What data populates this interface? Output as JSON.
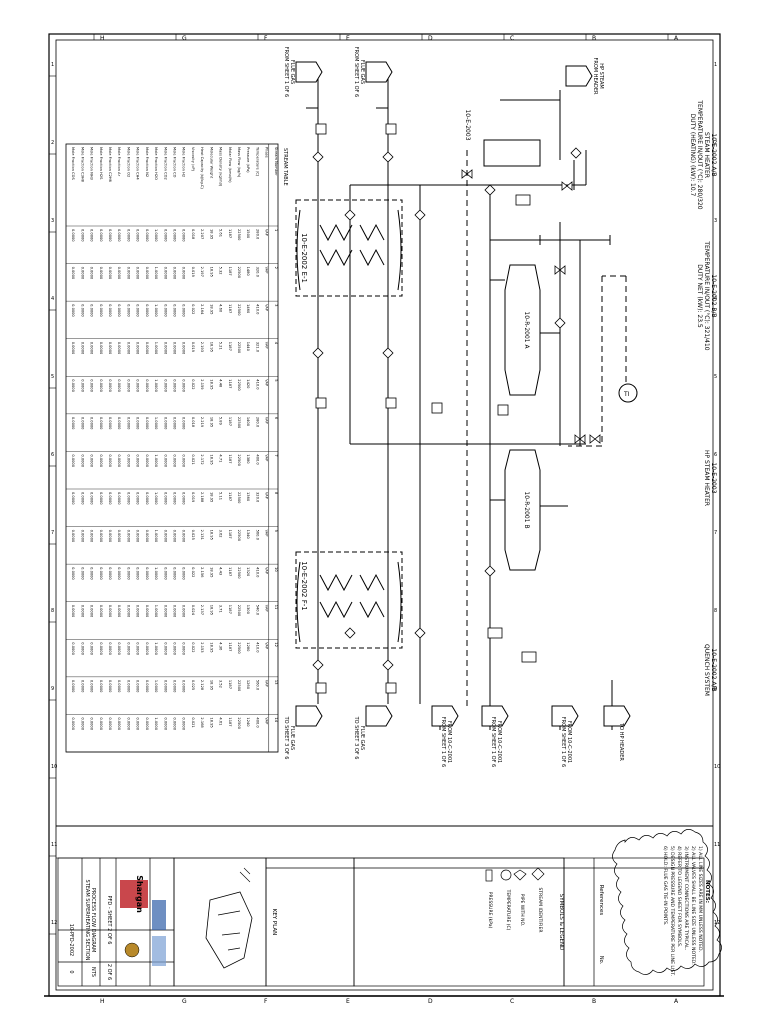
{
  "drawing": {
    "top_zone_letters": [
      "H",
      "G",
      "F",
      "E",
      "D",
      "C",
      "B",
      "A"
    ],
    "side_zone_numbers": [
      "1",
      "2",
      "3",
      "4",
      "5",
      "6",
      "7",
      "8",
      "9",
      "10",
      "11",
      "12"
    ]
  },
  "equipment": {
    "exchanger_upper": "10-E-2002 E-1",
    "exchanger_lower": "10-E-2002 F-1",
    "reactor_a": "10-R-2001 A",
    "reactor_b": "10-R-2001 B",
    "heater_tag": "10-E-2003",
    "heater_label_1": "10-E-2002 A/B",
    "heater_label_2": "STEAM HEATER",
    "heater_label_3": "TEMPERATURE IN/OUT (°C): 280/320",
    "heater_label_4": "DUTY (HEATING) (kW): 10.7",
    "mid_label_1": "10-E-2002 B/B",
    "mid_label_2": "TEMPERATURE IN/OUT (°C): 321/410",
    "mid_label_3": "DUTY NET (kW): 23.5",
    "low_label_1": "10-E-2003",
    "low_label_2": "HP STEAM HEATER",
    "bottom_label_1": "10-E-2002 A/B",
    "bottom_label_2": "QUENCH SYSTEM",
    "indicator": "TI"
  },
  "offpage": {
    "left_top_1": "FLUE GAS",
    "left_top_1b": "FROM SHEET 1 OF 6",
    "left_top_2": "FLUE GAS",
    "left_top_2b": "FROM SHEET 1 OF 6",
    "left_bottom_1": "FLUE GAS",
    "left_bottom_1b": "TO SHEET 3 OF 6",
    "left_bottom_2": "FLUE GAS",
    "left_bottom_2b": "TO SHEET 3 OF 6",
    "bottom_1": "FROM 10-C-2001",
    "bottom_1b": "FROM SHEET 1 OF 6",
    "bottom_2": "FROM 10-C-2001",
    "bottom_2b": "FROM SHEET 1 OF 6",
    "bottom_3": "FROM 10-C-2001",
    "bottom_3b": "FROM SHEET 1 OF 6",
    "bottom_4": "TO HP HEADER",
    "right_top": "HP STEAM",
    "right_top_b": "FROM HEADER"
  },
  "stream_table": {
    "title": "STREAM TABLE",
    "headers": [
      "Stream Number",
      "1",
      "2",
      "3",
      "4",
      "5",
      "6",
      "7",
      "8",
      "9",
      "10",
      "11",
      "12",
      "13",
      "14"
    ],
    "rows": [
      [
        "Phase",
        "VAP",
        "VAP",
        "VAP",
        "VAP",
        "VAP",
        "VAP",
        "VAP",
        "VAP",
        "VAP",
        "VAP",
        "VAP",
        "VAP",
        "VAP",
        "VAP"
      ],
      [
        "Temperature (C)",
        "280.0",
        "320.0",
        "410.0",
        "321.0",
        "410.0",
        "280.0",
        "400.0",
        "320.0",
        "560.0",
        "410.0",
        "540.0",
        "410.0",
        "560.0",
        "400.0"
      ],
      [
        "Pressure (kPa)",
        "1500",
        "1480",
        "1460",
        "1440",
        "1420",
        "1400",
        "1380",
        "1360",
        "1340",
        "1320",
        "1300",
        "1280",
        "1260",
        "1240"
      ],
      [
        "Mass Flow (kg/h)",
        "22500",
        "22500",
        "22500",
        "22500",
        "22500",
        "22500",
        "22500",
        "22500",
        "22500",
        "22500",
        "22500",
        "22500",
        "22500",
        "22500"
      ],
      [
        "Molar Flow (kmol/h)",
        "1187",
        "1187",
        "1187",
        "1187",
        "1187",
        "1187",
        "1187",
        "1187",
        "1187",
        "1187",
        "1187",
        "1187",
        "1187",
        "1187"
      ],
      [
        "Mass Density (kg/m3)",
        "5.61",
        "5.32",
        "4.60",
        "5.21",
        "4.48",
        "5.89",
        "4.71",
        "5.11",
        "3.62",
        "4.43",
        "3.71",
        "4.36",
        "3.52",
        "4.61"
      ],
      [
        "Molecular Weight",
        "18.95",
        "18.95",
        "18.95",
        "18.95",
        "18.95",
        "18.95",
        "18.95",
        "18.95",
        "18.95",
        "18.95",
        "18.95",
        "18.95",
        "18.95",
        "18.95"
      ],
      [
        "Heat Capacity (kJ/kg-C)",
        "2.207",
        "2.197",
        "2.164",
        "2.193",
        "2.159",
        "2.219",
        "2.172",
        "2.188",
        "2.131",
        "2.156",
        "2.137",
        "2.153",
        "2.128",
        "2.168"
      ],
      [
        "Viscosity (cP)",
        "0.018",
        "0.019",
        "0.022",
        "0.019",
        "0.022",
        "0.018",
        "0.021",
        "0.019",
        "0.025",
        "0.022",
        "0.024",
        "0.022",
        "0.025",
        "0.021"
      ],
      [
        "Mole Fraction H2",
        "0.0000",
        "0.0000",
        "0.0000",
        "0.0000",
        "0.0000",
        "0.0000",
        "0.0000",
        "0.0000",
        "0.0000",
        "0.0000",
        "0.0000",
        "0.0000",
        "0.0000",
        "0.0000"
      ],
      [
        "Mole Fraction CO",
        "0.0000",
        "0.0000",
        "0.0000",
        "0.0000",
        "0.0000",
        "0.0000",
        "0.0000",
        "0.0000",
        "0.0000",
        "0.0000",
        "0.0000",
        "0.0000",
        "0.0000",
        "0.0000"
      ],
      [
        "Mole Fraction CO2",
        "0.0000",
        "0.0000",
        "0.0000",
        "0.0000",
        "0.0000",
        "0.0000",
        "0.0000",
        "0.0000",
        "0.0000",
        "0.0000",
        "0.0000",
        "0.0000",
        "0.0000",
        "0.0000"
      ],
      [
        "Mole Fraction H2O",
        "1.0000",
        "1.0000",
        "1.0000",
        "1.0000",
        "1.0000",
        "1.0000",
        "1.0000",
        "1.0000",
        "1.0000",
        "1.0000",
        "1.0000",
        "1.0000",
        "1.0000",
        "1.0000"
      ],
      [
        "Mole Fraction N2",
        "0.0000",
        "0.0000",
        "0.0000",
        "0.0000",
        "0.0000",
        "0.0000",
        "0.0000",
        "0.0000",
        "0.0000",
        "0.0000",
        "0.0000",
        "0.0000",
        "0.0000",
        "0.0000"
      ],
      [
        "Mole Fraction CH4",
        "0.0000",
        "0.0000",
        "0.0000",
        "0.0000",
        "0.0000",
        "0.0000",
        "0.0000",
        "0.0000",
        "0.0000",
        "0.0000",
        "0.0000",
        "0.0000",
        "0.0000",
        "0.0000"
      ],
      [
        "Mole Fraction O2",
        "0.0000",
        "0.0000",
        "0.0000",
        "0.0000",
        "0.0000",
        "0.0000",
        "0.0000",
        "0.0000",
        "0.0000",
        "0.0000",
        "0.0000",
        "0.0000",
        "0.0000",
        "0.0000"
      ],
      [
        "Mole Fraction Ar",
        "0.0000",
        "0.0000",
        "0.0000",
        "0.0000",
        "0.0000",
        "0.0000",
        "0.0000",
        "0.0000",
        "0.0000",
        "0.0000",
        "0.0000",
        "0.0000",
        "0.0000",
        "0.0000"
      ],
      [
        "Mole Fraction C2H6",
        "0.0000",
        "0.0000",
        "0.0000",
        "0.0000",
        "0.0000",
        "0.0000",
        "0.0000",
        "0.0000",
        "0.0000",
        "0.0000",
        "0.0000",
        "0.0000",
        "0.0000",
        "0.0000"
      ],
      [
        "Mole Fraction H2S",
        "0.0000",
        "0.0000",
        "0.0000",
        "0.0000",
        "0.0000",
        "0.0000",
        "0.0000",
        "0.0000",
        "0.0000",
        "0.0000",
        "0.0000",
        "0.0000",
        "0.0000",
        "0.0000"
      ],
      [
        "Mole Fraction NH3",
        "0.0000",
        "0.0000",
        "0.0000",
        "0.0000",
        "0.0000",
        "0.0000",
        "0.0000",
        "0.0000",
        "0.0000",
        "0.0000",
        "0.0000",
        "0.0000",
        "0.0000",
        "0.0000"
      ],
      [
        "Mole Fraction C3H8",
        "0.0000",
        "0.0000",
        "0.0000",
        "0.0000",
        "0.0000",
        "0.0000",
        "0.0000",
        "0.0000",
        "0.0000",
        "0.0000",
        "0.0000",
        "0.0000",
        "0.0000",
        "0.0000"
      ],
      [
        "Mole Fraction COS",
        "0.0000",
        "0.0000",
        "0.0000",
        "0.0000",
        "0.0000",
        "0.0000",
        "0.0000",
        "0.0000",
        "0.0000",
        "0.0000",
        "0.0000",
        "0.0000",
        "0.0000",
        "0.0000"
      ]
    ]
  },
  "notes": {
    "title": "NOTES:",
    "lines": [
      "1) ALL LINE SIZES ARE IN MM UNLESS NOTED.",
      "2) ALL VALVES SHALL BE LINE SIZE UNLESS NOTED.",
      "3) INSTRUMENT CONNECTIONS ARE TYPICAL.",
      "4) REFER TO LEGEND SHEET FOR SYMBOLS.",
      "5) DESIGN PRESSURE AND TEMPERATURE PER LINE LIST.",
      "6) HOLD: FLUE GAS TIE-IN POINTS."
    ]
  },
  "references": {
    "title": "References",
    "no": "No."
  },
  "legend": {
    "title": "SYMBOLS & LEGEND",
    "items": [
      "STREAM IDENTIFIER",
      "PIPE WITH NO.",
      "TEMPERATURE (C)",
      "PRESSURE (kPa)"
    ]
  },
  "key_plan": "KEY PLAN",
  "title_block": {
    "company": "Shargan",
    "project": "PROCESS FLOW DIAGRAM",
    "title_1": "STEAM SUPERHEATING SECTION",
    "title_2": "PFD - SHEET 2 OF 6",
    "dwg_no": "10-PFD-2002",
    "rev": "0",
    "scale": "NTS",
    "sheet": "2 OF 6"
  }
}
